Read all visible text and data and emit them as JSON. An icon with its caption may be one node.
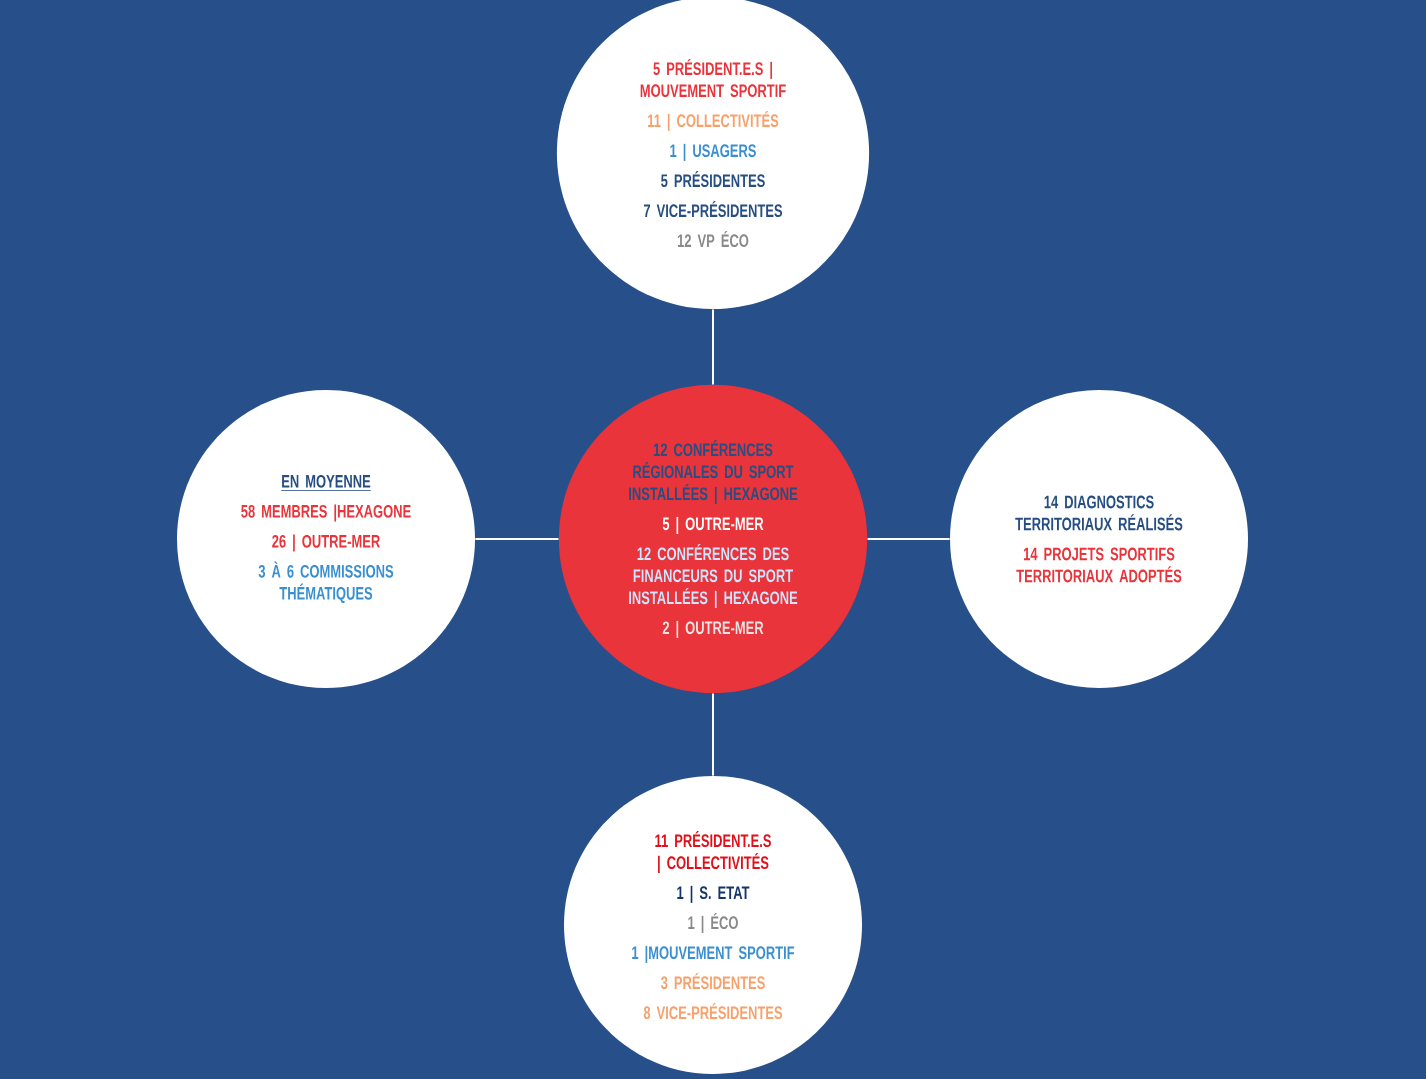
{
  "diagram": {
    "nodes": [
      {
        "text": [
          "5 PRÉSIDENT.E.S | MOUVEMENT SPORTIF",
          "11 | COLLECTIVITÉS",
          "1 | USAGERS",
          "5 PRÉSIDENTES",
          "7 VICE-PRÉSIDENTES",
          "12 VP ÉCO"
        ]
      },
      {
        "text": [
          "EN MOYENNE",
          "58 MEMBRES |HEXAGONE",
          "26 | OUTRE-MER",
          "3 À 6 COMMISSIONS THÉMATIQUES"
        ]
      },
      {
        "text": [
          "12 CONFÉRENCES RÉGIONALES DU SPORT INSTALLÉES | HEXAGONE",
          "5 | OUTRE-MER",
          "12 CONFÉRENCES DES FINANCEURS DU SPORT INSTALLÉES | HEXAGONE",
          "2 | OUTRE-MER"
        ]
      },
      {
        "text": [
          "14 DIAGNOSTICS TERRITORIAUX RÉALISÉS",
          "14 PROJETS SPORTIFS TERRITORIAUX ADOPTÉS"
        ]
      },
      {
        "text": [
          "11 PRÉSIDENT.E.S | COLLECTIVITÉS",
          "1 | S. ETAT",
          "1 | ÉCO",
          "1 |MOUVEMENT SPORTIF",
          "3 PRÉSIDENTES",
          "8 VICE-PRÉSIDENTES"
        ]
      }
    ],
    "edges": [
      {
        "from": 2,
        "to": 0,
        "arrow": "none"
      },
      {
        "from": 2,
        "to": 1,
        "arrow": "none"
      },
      {
        "from": 2,
        "to": 3,
        "arrow": "none"
      },
      {
        "from": 2,
        "to": 4,
        "arrow": "none"
      }
    ]
  }
}
